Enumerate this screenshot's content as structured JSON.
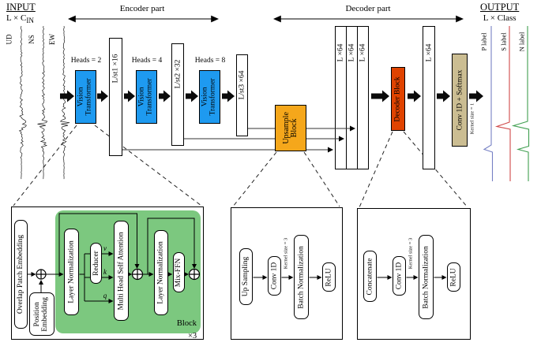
{
  "colors": {
    "vit_blue": "#1E9AF0",
    "upsample_orange": "#F5A71B",
    "decoder_red": "#E04300",
    "softmax_tan": "#CBBD92",
    "block_green": "#7CC87F",
    "p_label_blue": "#7680C4",
    "s_label_red": "#D04848",
    "n_label_green": "#3F9E4F"
  },
  "input": {
    "title": "INPUT",
    "dims_main": "L × C",
    "dims_sub": "IN",
    "traces": [
      "UD",
      "NS",
      "EW"
    ]
  },
  "output": {
    "title": "OUTPUT",
    "dims": "L × Class",
    "traces": [
      "P label",
      "S label",
      "N label"
    ]
  },
  "encoder": {
    "label": "Encoder part",
    "vit_label": "Vision Transformer",
    "heads": [
      "Heads = 2",
      "Heads = 4",
      "Heads = 8"
    ],
    "bars": [
      "L/st1 ×16",
      "L/st2 ×32",
      "L/st3 ×64"
    ]
  },
  "decoder": {
    "label": "Decoder part",
    "bars": [
      "L ×64",
      "L ×64",
      "L ×64"
    ],
    "final_bar": "L ×64",
    "upsample": "Upsample Block",
    "block": "Decoder Block",
    "softmax": "Conv 1D + Softmax",
    "softmax_kernel": "Kernel size = 1"
  },
  "vit_detail": {
    "overlap": "Overlap Patch Embedding",
    "position": "Position Embedding",
    "ln1": "Layer Normalization",
    "reducer": "Reducer",
    "v": "v",
    "k": "k",
    "q": "q",
    "mhsa": "Multi Head Self Attention",
    "ln2": "Layer Normalization",
    "mixffn": "Mix-FFN",
    "block": "Block",
    "repeat": "×3"
  },
  "upsample_detail": {
    "items": [
      "Up Sampling",
      "Conv 1D",
      "Batch Normalization",
      "ReLU"
    ],
    "kernel": "Kernel size = 3"
  },
  "decoder_detail": {
    "items": [
      "Concatenate",
      "Conv 1D",
      "Batch Normalization",
      "ReLU"
    ],
    "kernel": "Kernel size = 3"
  }
}
